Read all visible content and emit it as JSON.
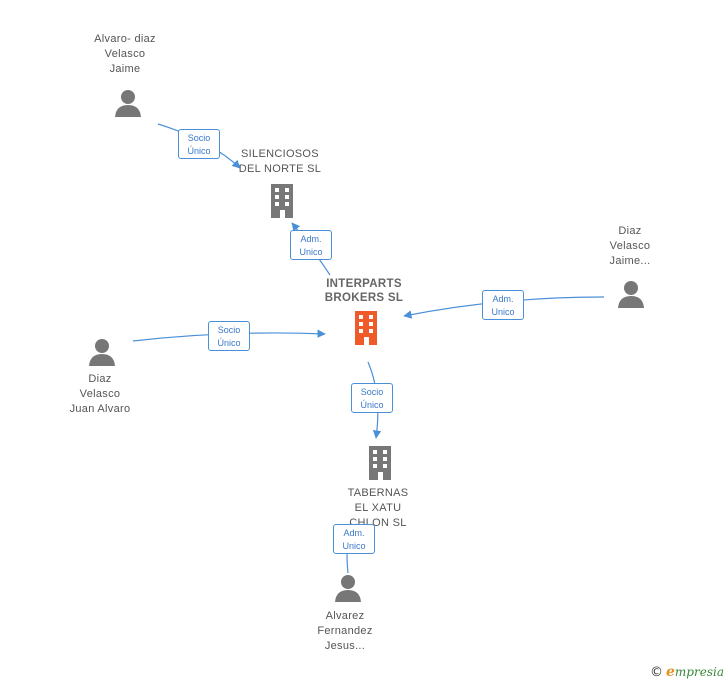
{
  "nodes": {
    "alvaro_diaz_velasco_jaime": {
      "lines": [
        "Alvaro- diaz",
        "Velasco",
        "Jaime"
      ]
    },
    "silenciosos": {
      "lines": [
        "SILENCIOSOS",
        "DEL NORTE SL"
      ]
    },
    "interparts": {
      "lines": [
        "INTERPARTS",
        "BROKERS SL"
      ]
    },
    "diaz_velasco_jaime": {
      "lines": [
        "Diaz",
        "Velasco",
        "Jaime..."
      ]
    },
    "diaz_velasco_juan_alvaro": {
      "lines": [
        "Diaz",
        "Velasco",
        "Juan Alvaro"
      ]
    },
    "tabernas": {
      "lines": [
        "TABERNAS",
        "EL XATU",
        "CHLON SL"
      ]
    },
    "alvarez_fernandez_jesus": {
      "lines": [
        "Alvarez",
        "Fernandez",
        "Jesus..."
      ]
    }
  },
  "edges": {
    "e1": {
      "lines": [
        "Socio",
        "Único"
      ]
    },
    "e2": {
      "lines": [
        "Adm.",
        "Unico"
      ]
    },
    "e3": {
      "lines": [
        "Adm.",
        "Unico"
      ]
    },
    "e4": {
      "lines": [
        "Socio",
        "Único"
      ]
    },
    "e5": {
      "lines": [
        "Socio",
        "Único"
      ]
    },
    "e6": {
      "lines": [
        "Adm.",
        "Unico"
      ]
    }
  },
  "colors": {
    "edge": "#4a90d9",
    "person_icon": "#777777",
    "company_icon": "#777777",
    "main_company_icon": "#f05a28"
  },
  "icons": {
    "person": "person-icon",
    "company": "building-icon",
    "brand": "copyright-icon"
  },
  "brand": {
    "copyright": "©",
    "initial": "e",
    "name": "mpresia"
  }
}
